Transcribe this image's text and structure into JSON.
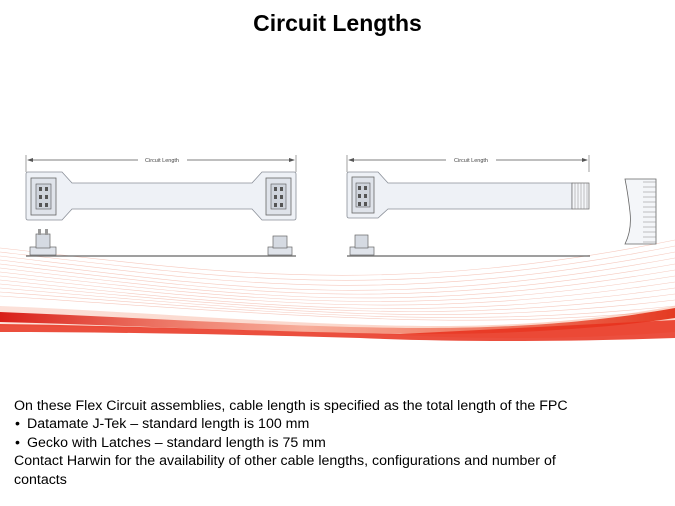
{
  "slide": {
    "title": "Circuit Lengths"
  },
  "diagram": {
    "left_dimension_label": "Circuit Length",
    "right_dimension_label": "Circuit Length"
  },
  "body": {
    "intro": "On these Flex Circuit assemblies, cable length is specified as the total length of the FPC",
    "bullets": [
      "Datamate J-Tek – standard length is 100 mm",
      "Gecko with Latches – standard length is 75 mm"
    ],
    "closing_line1": "Contact Harwin for the availability of other cable lengths,  configurations and number of",
    "closing_line2": "contacts"
  },
  "colors": {
    "accent_red": "#e2231a",
    "accent_orange": "#f26a3a",
    "line_gray": "#777777"
  }
}
